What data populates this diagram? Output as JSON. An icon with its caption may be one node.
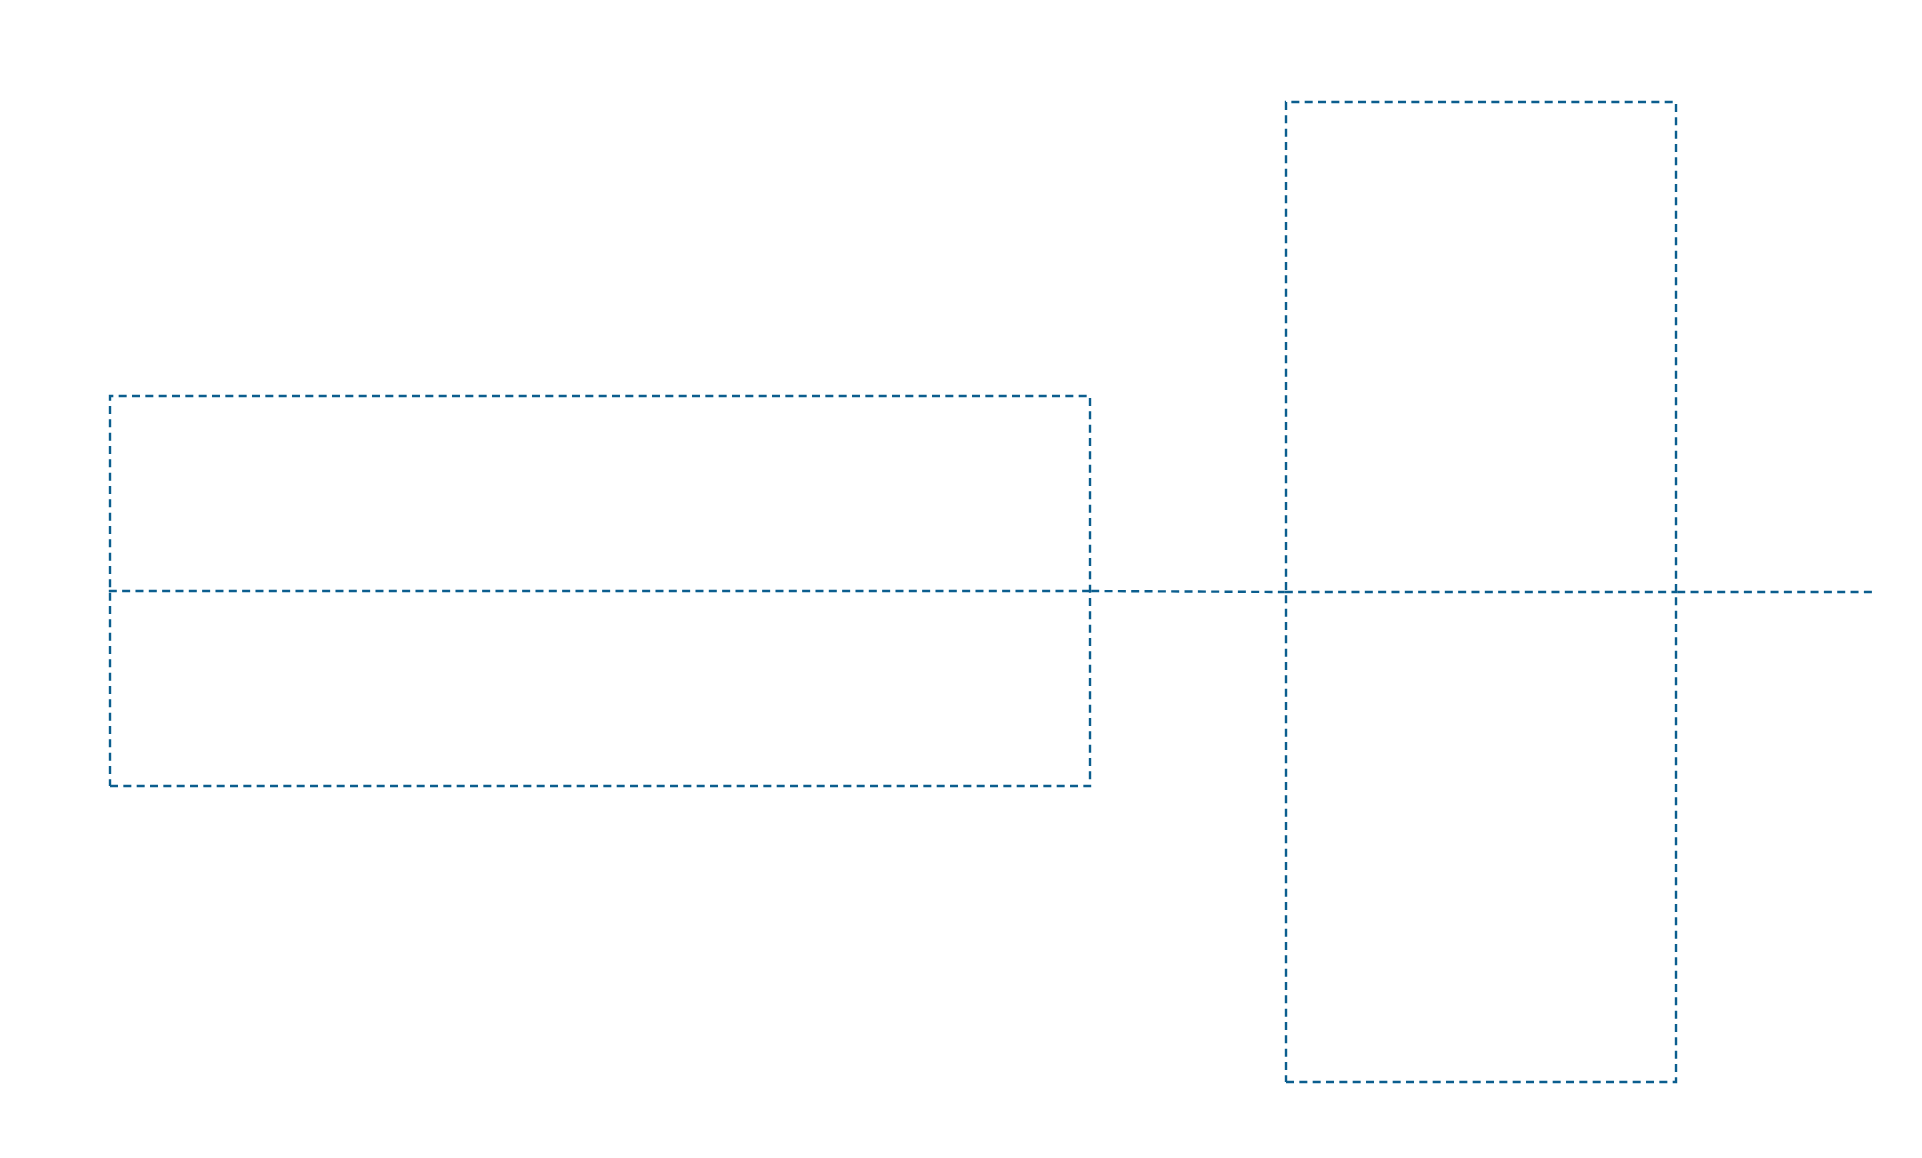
{
  "diagram": {
    "nodes": [
      {
        "text": [],
        "shape": "box"
      },
      {
        "text": [],
        "shape": "box"
      }
    ],
    "edges": [
      {
        "from": 0,
        "to": 1,
        "arrow": "none"
      },
      {
        "from": 1,
        "to": null,
        "arrow": "none"
      }
    ]
  }
}
